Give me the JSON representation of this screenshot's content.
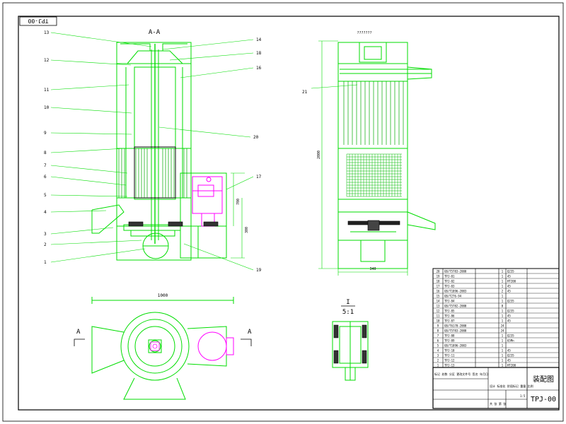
{
  "sheet": {
    "corner_code": "TPJ-00",
    "drawing_code": "TPJ-00",
    "drawing_title": "装配图",
    "section_label": "A-A",
    "cut_mark_left": "A",
    "cut_mark_right": "A",
    "detail_label": "I",
    "detail_scale": "5:1",
    "bottom_dim": "1000",
    "right_width_dim": "340"
  },
  "callouts_left": [
    "13",
    "12",
    "11",
    "10",
    "9",
    "8",
    "7",
    "6",
    "5",
    "4",
    "3",
    "2",
    "1"
  ],
  "callouts_right": [
    "14",
    "18",
    "16",
    "20",
    "17",
    "19"
  ],
  "callout_21": "21",
  "dims": {
    "mid_a": "700",
    "mid_b": "300",
    "side_height": "2000",
    "top_small": "???????"
  },
  "bom_rows": [
    {
      "no": "20",
      "code": "GB/T5783-2000",
      "qty": "1",
      "mat": "Q235"
    },
    {
      "no": "19",
      "code": "TPJ-01",
      "qty": "1",
      "mat": "45"
    },
    {
      "no": "18",
      "code": "TPJ-02",
      "qty": "1",
      "mat": "HT200"
    },
    {
      "no": "17",
      "code": "TPJ-03",
      "qty": "1",
      "mat": "45"
    },
    {
      "no": "16",
      "code": "GB/T1096-2003",
      "qty": "2",
      "mat": "45"
    },
    {
      "no": "15",
      "code": "GB/T276-94",
      "qty": "1",
      "mat": ""
    },
    {
      "no": "14",
      "code": "TPJ-04",
      "qty": "1",
      "mat": "Q235"
    },
    {
      "no": "13",
      "code": "GB/T5782-2000",
      "qty": "8",
      "mat": ""
    },
    {
      "no": "12",
      "code": "TPJ-05",
      "qty": "1",
      "mat": "Q235"
    },
    {
      "no": "11",
      "code": "TPJ-06",
      "qty": "1",
      "mat": "45"
    },
    {
      "no": "10",
      "code": "TPJ-07",
      "qty": "1",
      "mat": "45"
    },
    {
      "no": "9",
      "code": "GB/T6170-2000",
      "qty": "24",
      "mat": ""
    },
    {
      "no": "8",
      "code": "GB/T5783-2000",
      "qty": "24",
      "mat": ""
    },
    {
      "no": "7",
      "code": "TPJ-08",
      "qty": "1",
      "mat": "Q235"
    },
    {
      "no": "6",
      "code": "TPJ-09",
      "qty": "1",
      "mat": "65Mn"
    },
    {
      "no": "5",
      "code": "GB/T1096-2003",
      "qty": "1",
      "mat": ""
    },
    {
      "no": "4",
      "code": "TPJ-10",
      "qty": "1",
      "mat": "45"
    },
    {
      "no": "3",
      "code": "TPJ-11",
      "qty": "1",
      "mat": "Q235"
    },
    {
      "no": "2",
      "code": "TPJ-12",
      "qty": "1",
      "mat": "45"
    },
    {
      "no": "1",
      "code": "TPJ-13",
      "qty": "1",
      "mat": "HT200"
    }
  ],
  "title_block": {
    "row1": "标记 处数 分区 更改文件号 签名 年月日",
    "row2": "设计 标准化 阶段标记 重量 比例",
    "scale": "1:5",
    "sheet_info": "共 张 第 张"
  },
  "colors": {
    "line": "#00e000",
    "frame": "#000000",
    "motor": "#ff00ff",
    "dim": "#00aaff"
  }
}
